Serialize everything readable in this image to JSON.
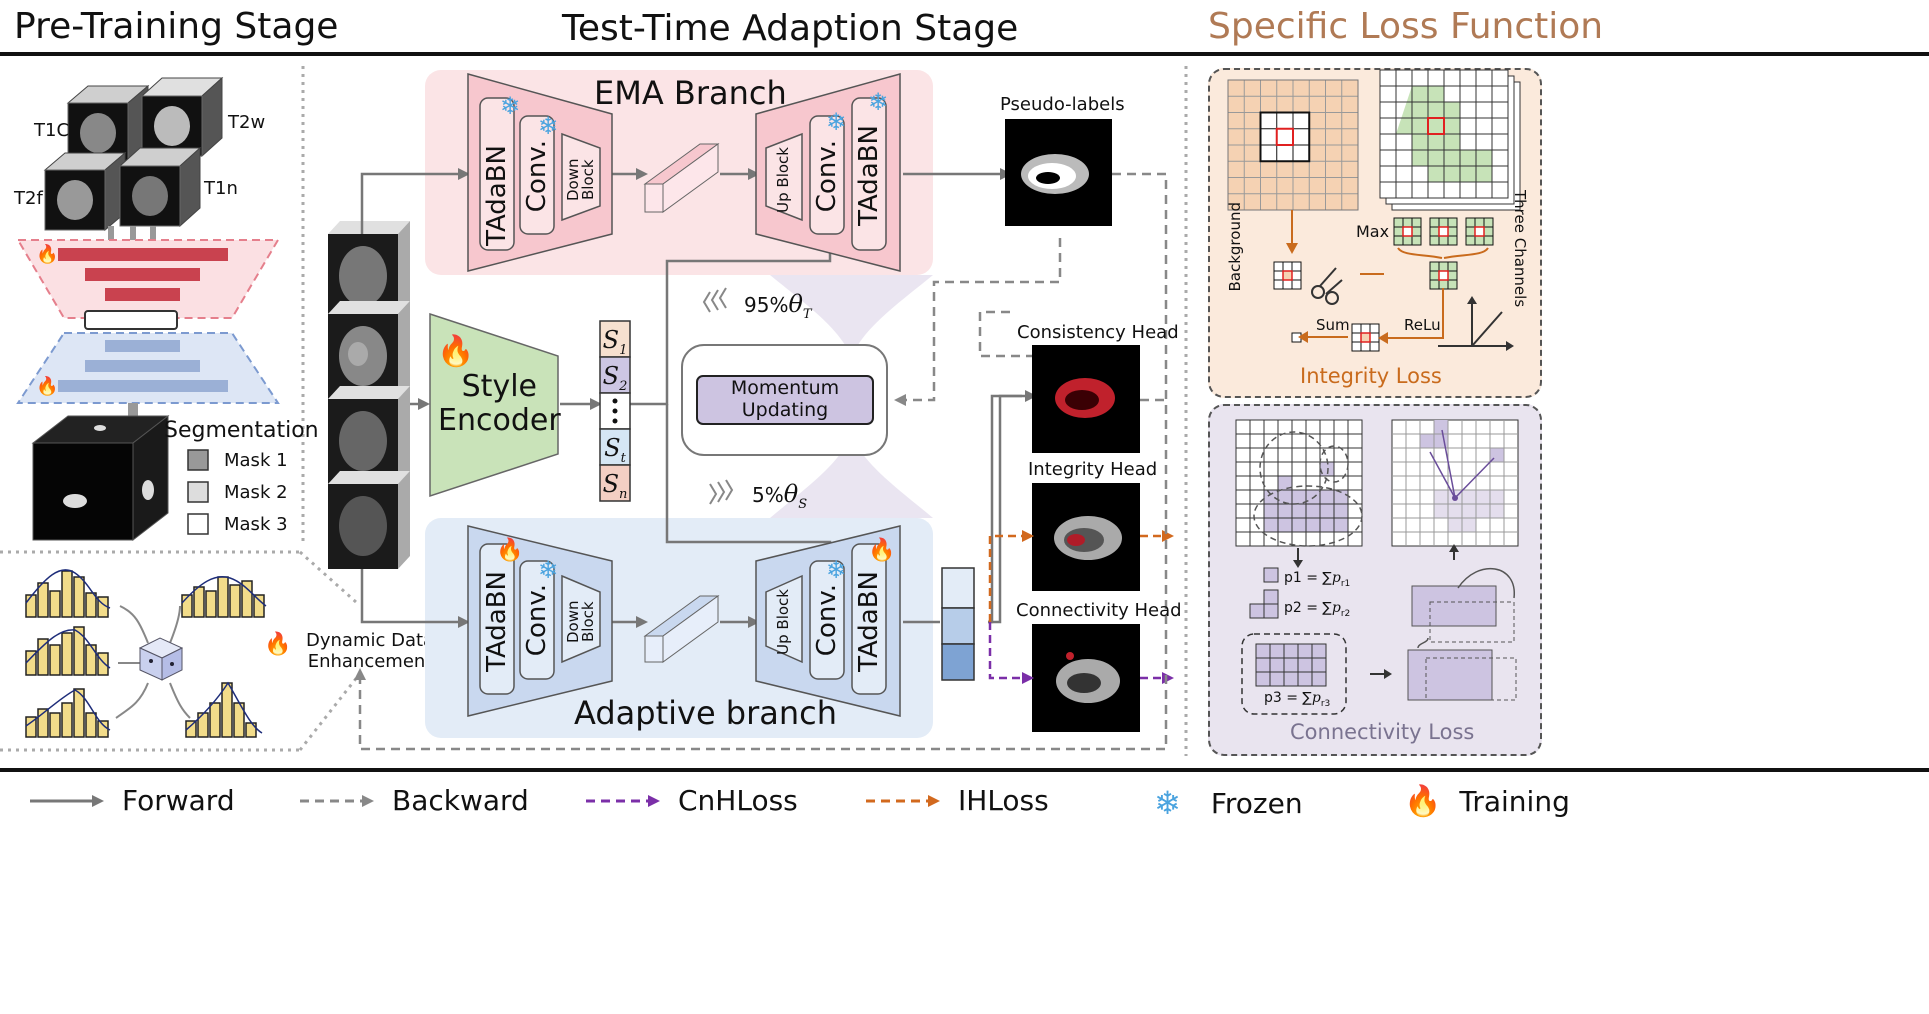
{
  "headers": {
    "pretrain": "Pre-Training Stage",
    "tta": "Test-Time Adaption Stage",
    "loss": "Specific Loss Function"
  },
  "pretrain": {
    "modalities": [
      "T1C",
      "T2w",
      "T2f",
      "T1n"
    ],
    "segmentation_title": "Segmentation",
    "masks": [
      "Mask 1",
      "Mask 2",
      "Mask 3"
    ],
    "dde_line1": "Dynamic Data",
    "dde_line2": "Enhancement"
  },
  "ema": {
    "title": "EMA Branch",
    "tadabn": "TAdaBN",
    "conv": "Conv.",
    "down_block": "Down Block",
    "up_block": "Up Block",
    "pseudo_labels": "Pseudo-labels"
  },
  "middle": {
    "style_encoder_line1": "Style",
    "style_encoder_line2": "Encoder",
    "style_tokens": [
      "S",
      "S",
      "S",
      "S"
    ],
    "style_subs": [
      "1",
      "2",
      "t",
      "n"
    ],
    "momentum_line1": "Momentum",
    "momentum_line2": "Updating",
    "theta_t_pct": "95%",
    "theta_s_pct": "5%"
  },
  "adaptive": {
    "title": "Adaptive branch",
    "heads": [
      "Consistency Head",
      "Integrity Head",
      "Connectivity Head"
    ]
  },
  "integrity": {
    "title": "Integrity Loss",
    "background": "Background",
    "three_channels": "Three Channels",
    "max": "Max",
    "sum": "Sum",
    "relu": "ReLu"
  },
  "connectivity": {
    "title": "Connectivity Loss",
    "p1": "p1 = ∑",
    "p2": "p2 = ∑",
    "p3": "p3 = ∑"
  },
  "legend": [
    "Forward",
    "Backward",
    "CnHLoss",
    "IHLoss",
    "Frozen",
    "Training"
  ],
  "colors": {
    "ema_bg": "#fbe4e6",
    "adaptive_bg": "#e3ecf7",
    "style_encoder": "#c9e3b9",
    "momentum": "#cdc4e1",
    "integrity_bg": "#fbeadc",
    "connectivity_bg": "#e9e4ef",
    "ihloss": "#d2691e",
    "cnhloss": "#7b2fa8",
    "forward": "#777777",
    "backward": "#888888"
  }
}
